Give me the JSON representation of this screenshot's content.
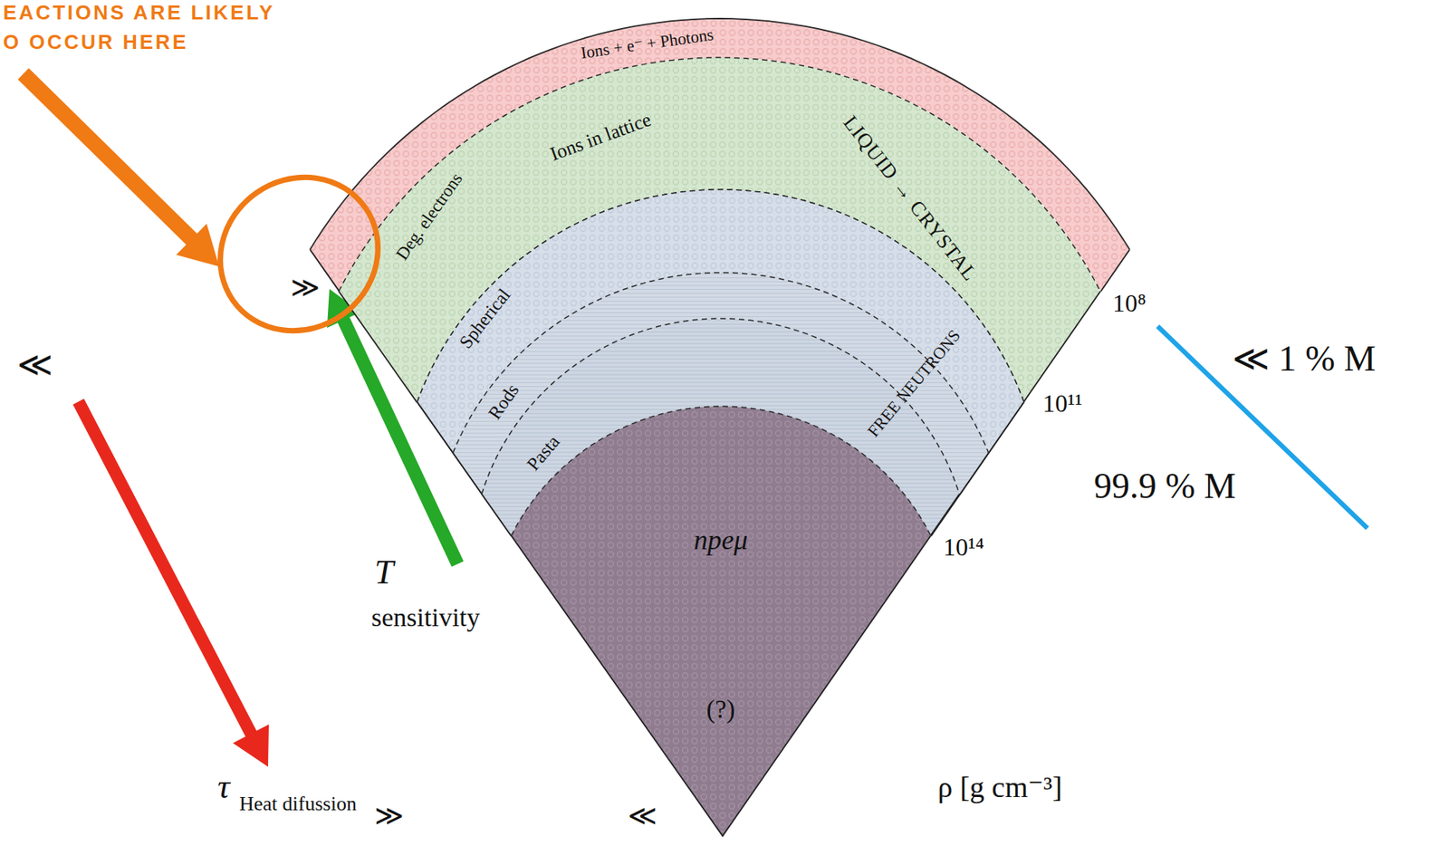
{
  "diagram": {
    "nodes": [
      {
        "text": [
          "Ions + e⁻ + Photons"
        ]
      },
      {
        "text": [
          "Deg. electrons",
          "Ions in lattice",
          "LIQUID → CRYSTAL"
        ]
      },
      {
        "text": [
          "FREE NEUTRONS"
        ]
      },
      {
        "text": [
          "Spherical"
        ],
        "in": 2
      },
      {
        "text": [
          "Rods"
        ],
        "in": 2
      },
      {
        "text": [
          "Pasta"
        ],
        "in": 2
      },
      {
        "text": [
          "npeμ",
          "(?)"
        ]
      },
      {
        "text": [
          "≫"
        ]
      }
    ],
    "labels": [
      "EACTIONS ARE LIKELY",
      "O OCCUR HERE",
      "≪",
      "τ",
      "Heat difussion",
      "≫",
      "≪",
      "T",
      "sensitivity",
      "10⁸",
      "10¹¹",
      "10¹⁴",
      "≪ 1 % M",
      "99.9 % M",
      "ρ [g cm⁻³]"
    ]
  }
}
